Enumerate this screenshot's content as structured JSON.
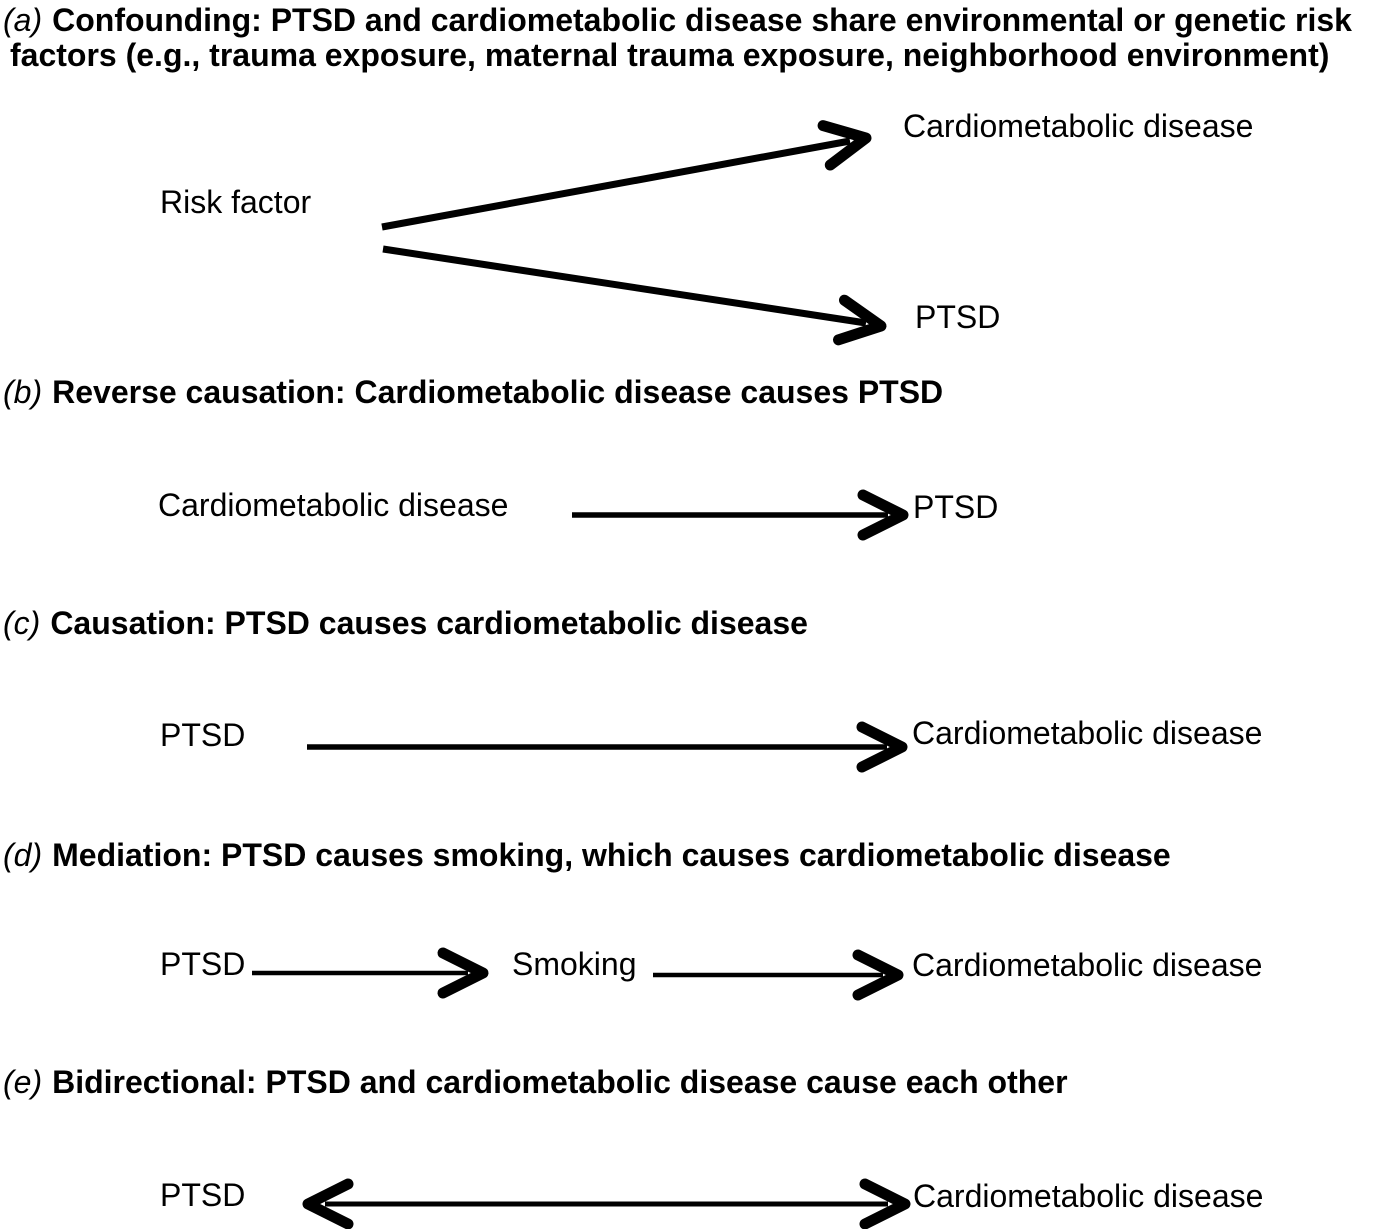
{
  "figure": {
    "background_color": "#ffffff",
    "ink_color": "#000000",
    "panels": [
      {
        "tag": "(a)",
        "title": "Confounding: PTSD and cardiometabolic disease share environmental or genetic risk",
        "title_line2": "factors (e.g., trauma exposure, maternal trauma exposure, neighborhood environment)",
        "nodes": [
          {
            "label": "Risk factor"
          },
          {
            "label": "Cardiometabolic disease"
          },
          {
            "label": "PTSD"
          }
        ],
        "edges": [
          {
            "from": "Risk factor",
            "to": "Cardiometabolic disease",
            "type": "one-way"
          },
          {
            "from": "Risk factor",
            "to": "PTSD",
            "type": "one-way"
          }
        ]
      },
      {
        "tag": "(b)",
        "title": "Reverse causation: Cardiometabolic disease causes PTSD",
        "nodes": [
          {
            "label": "Cardiometabolic disease"
          },
          {
            "label": "PTSD"
          }
        ],
        "edges": [
          {
            "from": "Cardiometabolic disease",
            "to": "PTSD",
            "type": "one-way"
          }
        ]
      },
      {
        "tag": "(c)",
        "title": "Causation: PTSD causes cardiometabolic disease",
        "nodes": [
          {
            "label": "PTSD"
          },
          {
            "label": "Cardiometabolic disease"
          }
        ],
        "edges": [
          {
            "from": "PTSD",
            "to": "Cardiometabolic disease",
            "type": "one-way"
          }
        ]
      },
      {
        "tag": "(d)",
        "title": "Mediation: PTSD causes smoking, which causes cardiometabolic disease",
        "nodes": [
          {
            "label": "PTSD"
          },
          {
            "label": "Smoking"
          },
          {
            "label": "Cardiometabolic disease"
          }
        ],
        "edges": [
          {
            "from": "PTSD",
            "to": "Smoking",
            "type": "one-way"
          },
          {
            "from": "Smoking",
            "to": "Cardiometabolic disease",
            "type": "one-way"
          }
        ]
      },
      {
        "tag": "(e)",
        "title": "Bidirectional: PTSD and cardiometabolic disease cause each other",
        "nodes": [
          {
            "label": "PTSD"
          },
          {
            "label": "Cardiometabolic disease"
          }
        ],
        "edges": [
          {
            "from": "PTSD",
            "to": "Cardiometabolic disease",
            "type": "two-way"
          }
        ]
      }
    ]
  }
}
